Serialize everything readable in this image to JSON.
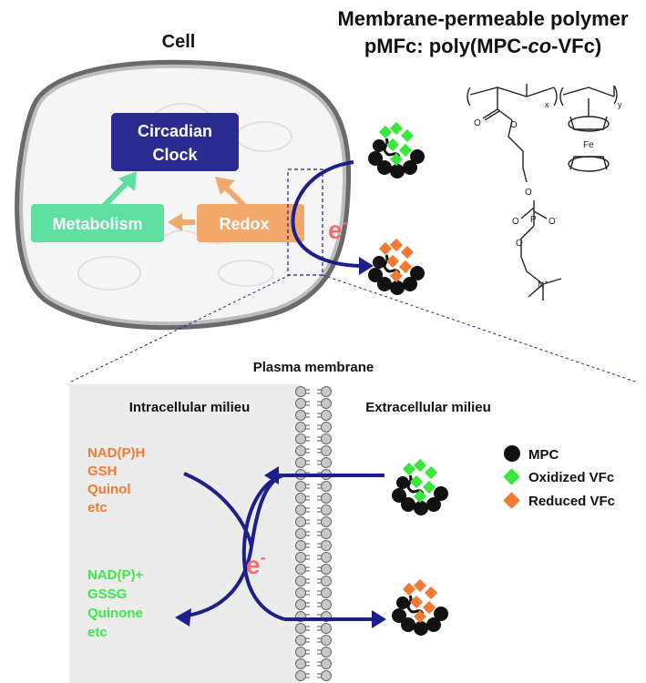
{
  "title": {
    "line1": "Membrane-permeable polymer",
    "line2_prefix": "pMFc: poly(MPC-",
    "line2_italic": "co",
    "line2_suffix": "-VFc)"
  },
  "cell": {
    "label": "Cell",
    "circadian_line1": "Circadian",
    "circadian_line2": "Clock",
    "metabolism": "Metabolism",
    "redox": "Redox",
    "electron": "e",
    "electron_sup": "-"
  },
  "structure": {
    "subscript_x": "x",
    "subscript_y": "y",
    "fe": "Fe",
    "o_minus": "O",
    "n_plus": "N",
    "oxygen": "O",
    "phosphorus": "P"
  },
  "bottom": {
    "plasma_membrane": "Plasma membrane",
    "intracellular": "Intracellular milieu",
    "extracellular": "Extracellular milieu",
    "reduced_list": [
      "NAD(P)H",
      "GSH",
      "Quinol",
      "etc"
    ],
    "oxidized_list": [
      "NAD(P)+",
      "GSSG",
      "Quinone",
      "etc"
    ],
    "electron": "e",
    "electron_sup": "-"
  },
  "legend": [
    {
      "label": "MPC",
      "shape": "circle",
      "color": "#111111"
    },
    {
      "label": "Oxidized VFc",
      "shape": "diamond",
      "color": "#39e83a"
    },
    {
      "label": "Reduced VFc",
      "shape": "diamond",
      "color": "#f07a33"
    }
  ],
  "colors": {
    "navy": "#1f1f8c",
    "circadian_box": "#2a2a8f",
    "metabolism_box": "#5ee0a0",
    "redox_box": "#f2a86a",
    "orange_text": "#f07a33",
    "green_text": "#3ee84a",
    "electron_red": "#f26d6d",
    "intracellular_bg": "#ececec"
  }
}
